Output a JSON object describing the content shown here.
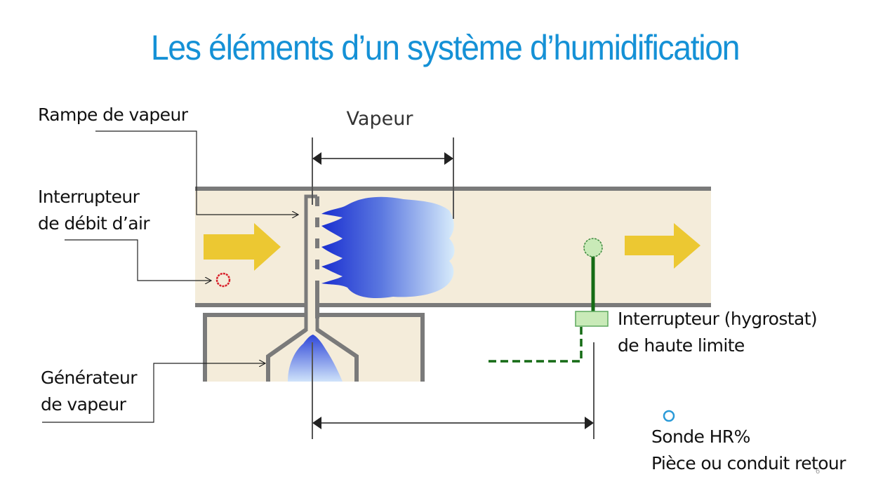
{
  "slide": {
    "title": "Les éléments d’un système d’humidification",
    "page_number": "6"
  },
  "diagram": {
    "dimension_label": "Vapeur",
    "labels": {
      "steam_distributor": "Rampe de vapeur",
      "airflow_switch_line1": "Interrupteur",
      "airflow_switch_line2": "de débit d’air",
      "steam_generator_line1": "Générateur",
      "steam_generator_line2": "de vapeur",
      "high_limit_line1": "Interrupteur (hygrostat)",
      "high_limit_line2": "de haute limite",
      "rh_sensor_line1": "Sonde HR%",
      "rh_sensor_line2": "Pièce ou conduit retour"
    },
    "colors": {
      "title": "#1591d6",
      "duct_fill": "#f4ecda",
      "duct_wall": "#7a7a7a",
      "airflow_arrow": "#ecc832",
      "steam_dark": "#1a2fd0",
      "steam_light": "#d8ecfb",
      "airflow_switch": "#d8202a",
      "high_limit": "#156b15",
      "high_limit_fill": "#c9eab8",
      "rh_sensor": "#2a9ad8"
    }
  }
}
